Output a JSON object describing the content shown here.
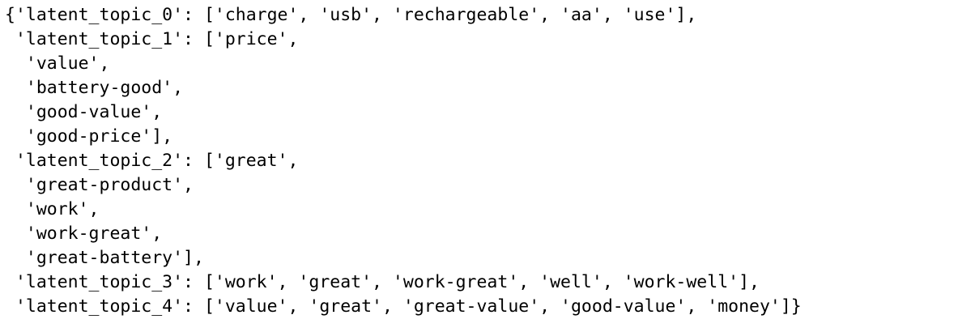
{
  "output": {
    "lines": [
      "{'latent_topic_0': ['charge', 'usb', 'rechargeable', 'aa', 'use'],",
      " 'latent_topic_1': ['price',",
      "  'value',",
      "  'battery-good',",
      "  'good-value',",
      "  'good-price'],",
      " 'latent_topic_2': ['great',",
      "  'great-product',",
      "  'work',",
      "  'work-great',",
      "  'great-battery'],",
      " 'latent_topic_3': ['work', 'great', 'work-great', 'well', 'work-well'],",
      " 'latent_topic_4': ['value', 'great', 'great-value', 'good-value', 'money']}"
    ]
  }
}
